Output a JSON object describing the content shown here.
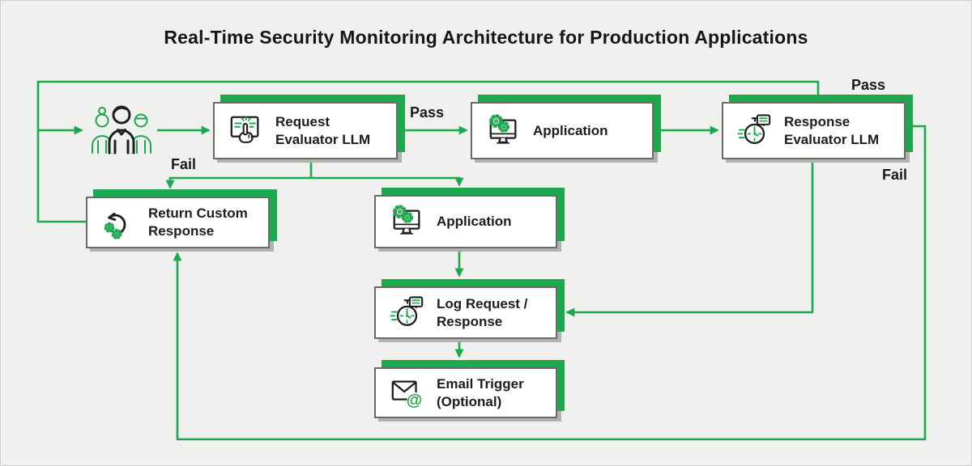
{
  "title": "Real-Time Security Monitoring Architecture for Production Applications",
  "colors": {
    "accent_green": "#1CA84D",
    "box_border": "#6A6A6A",
    "background": "#F0F0EE",
    "ink": "#1D1D1D",
    "shadow_gray": "#B1B1B0"
  },
  "nodes": {
    "users": {
      "icon": "users-icon"
    },
    "request_evaluator": {
      "label": "Request\nEvaluator LLM",
      "icon": "document-click-icon"
    },
    "application_top": {
      "label": "Application",
      "icon": "monitor-gears-icon"
    },
    "response_evaluator": {
      "label": "Response\nEvaluator LLM",
      "icon": "stopwatch-message-icon"
    },
    "return_custom_response": {
      "label": "Return Custom\nResponse",
      "icon": "return-arrow-gears-icon"
    },
    "application_mid": {
      "label": "Application",
      "icon": "monitor-gears-icon"
    },
    "log_request_response": {
      "label": "Log Request /\nResponse",
      "icon": "stopwatch-message-icon"
    },
    "email_trigger": {
      "label": "Email Trigger\n(Optional)",
      "icon": "envelope-at-icon"
    }
  },
  "edge_labels": {
    "pass_mid": "Pass",
    "pass_top_right": "Pass",
    "fail_left": "Fail",
    "fail_right": "Fail"
  }
}
